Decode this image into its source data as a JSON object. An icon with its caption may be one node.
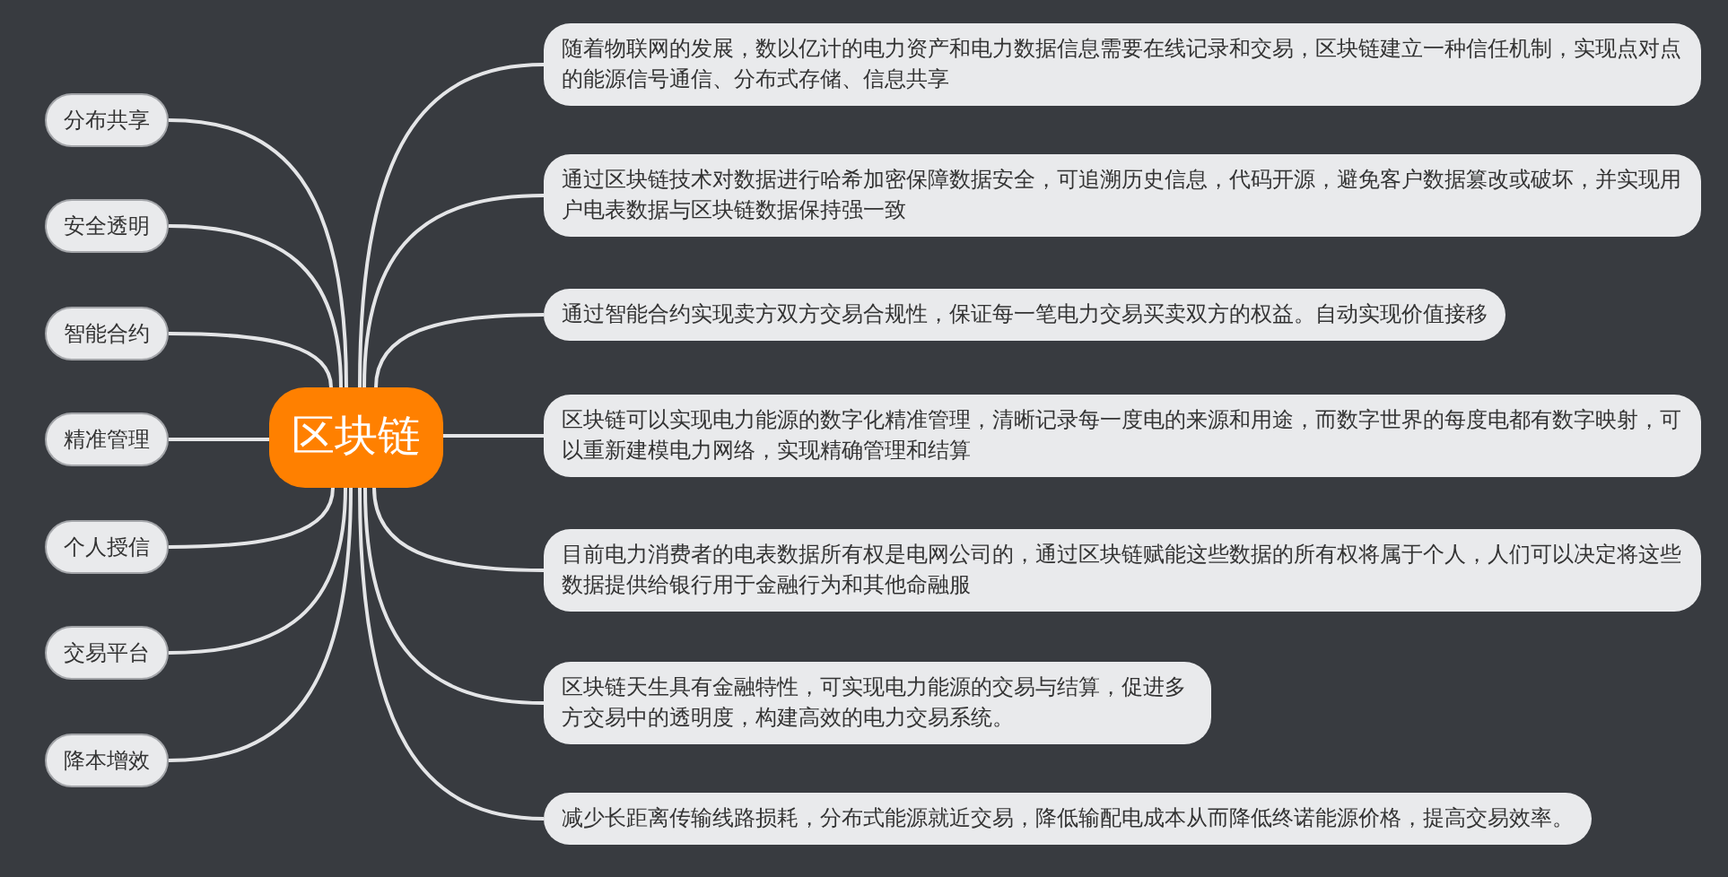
{
  "diagram": {
    "nodes": [
      {
        "text": [
          "区块链"
        ]
      },
      {
        "text": [
          "分布共享"
        ]
      },
      {
        "text": [
          "安全透明"
        ]
      },
      {
        "text": [
          "智能合约"
        ]
      },
      {
        "text": [
          "精准管理"
        ]
      },
      {
        "text": [
          "个人授信"
        ]
      },
      {
        "text": [
          "交易平台"
        ]
      },
      {
        "text": [
          "降本增效"
        ]
      },
      {
        "text": [
          "随着物联网的发展，数以亿计的电力资产和电力数据信息需要在线记录和交易，区块链建立一种信任机制，实现点对点的能源信号通信、分布式存储、信息共享"
        ]
      },
      {
        "text": [
          "通过区块链技术对数据进行哈希加密保障数据安全，可追溯历史信息，代码开源，避免客户数据篡改或破坏，并实现用户电表数据与区块链数据保持强一致"
        ]
      },
      {
        "text": [
          "通过智能合约实现卖方双方交易合规性，保证每一笔电力交易买卖双方的权益。自动实现价值接移"
        ]
      },
      {
        "text": [
          "区块链可以实现电力能源的数字化精准管理，清晰记录每一度电的来源和用途，而数字世界的每度电都有数字映射，可以重新建模电力网络，实现精确管理和结算"
        ]
      },
      {
        "text": [
          "目前电力消费者的电表数据所有权是电网公司的，通过区块链赋能这些数据的所有权将属于个人，人们可以决定将这些数据提供给银行用于金融行为和其他命融服"
        ]
      },
      {
        "text": [
          "区块链天生具有金融特性，可实现电力能源的交易与结算，促进多方交易中的透明度，构建高效的电力交易系统。"
        ]
      },
      {
        "text": [
          "减少长距离传输线路损耗，分布式能源就近交易，降低输配电成本从而降低终诺能源价格，提高交易效率。"
        ]
      }
    ],
    "edges": [
      {
        "from": 0,
        "to": 1,
        "arrow": "none"
      },
      {
        "from": 0,
        "to": 2,
        "arrow": "none"
      },
      {
        "from": 0,
        "to": 3,
        "arrow": "none"
      },
      {
        "from": 0,
        "to": 4,
        "arrow": "none"
      },
      {
        "from": 0,
        "to": 5,
        "arrow": "none"
      },
      {
        "from": 0,
        "to": 6,
        "arrow": "none"
      },
      {
        "from": 0,
        "to": 7,
        "arrow": "none"
      },
      {
        "from": 0,
        "to": 8,
        "arrow": "none"
      },
      {
        "from": 0,
        "to": 9,
        "arrow": "none"
      },
      {
        "from": 0,
        "to": 10,
        "arrow": "none"
      },
      {
        "from": 0,
        "to": 11,
        "arrow": "none"
      },
      {
        "from": 0,
        "to": 12,
        "arrow": "none"
      },
      {
        "from": 0,
        "to": 13,
        "arrow": "none"
      },
      {
        "from": 0,
        "to": 14,
        "arrow": "none"
      }
    ]
  }
}
